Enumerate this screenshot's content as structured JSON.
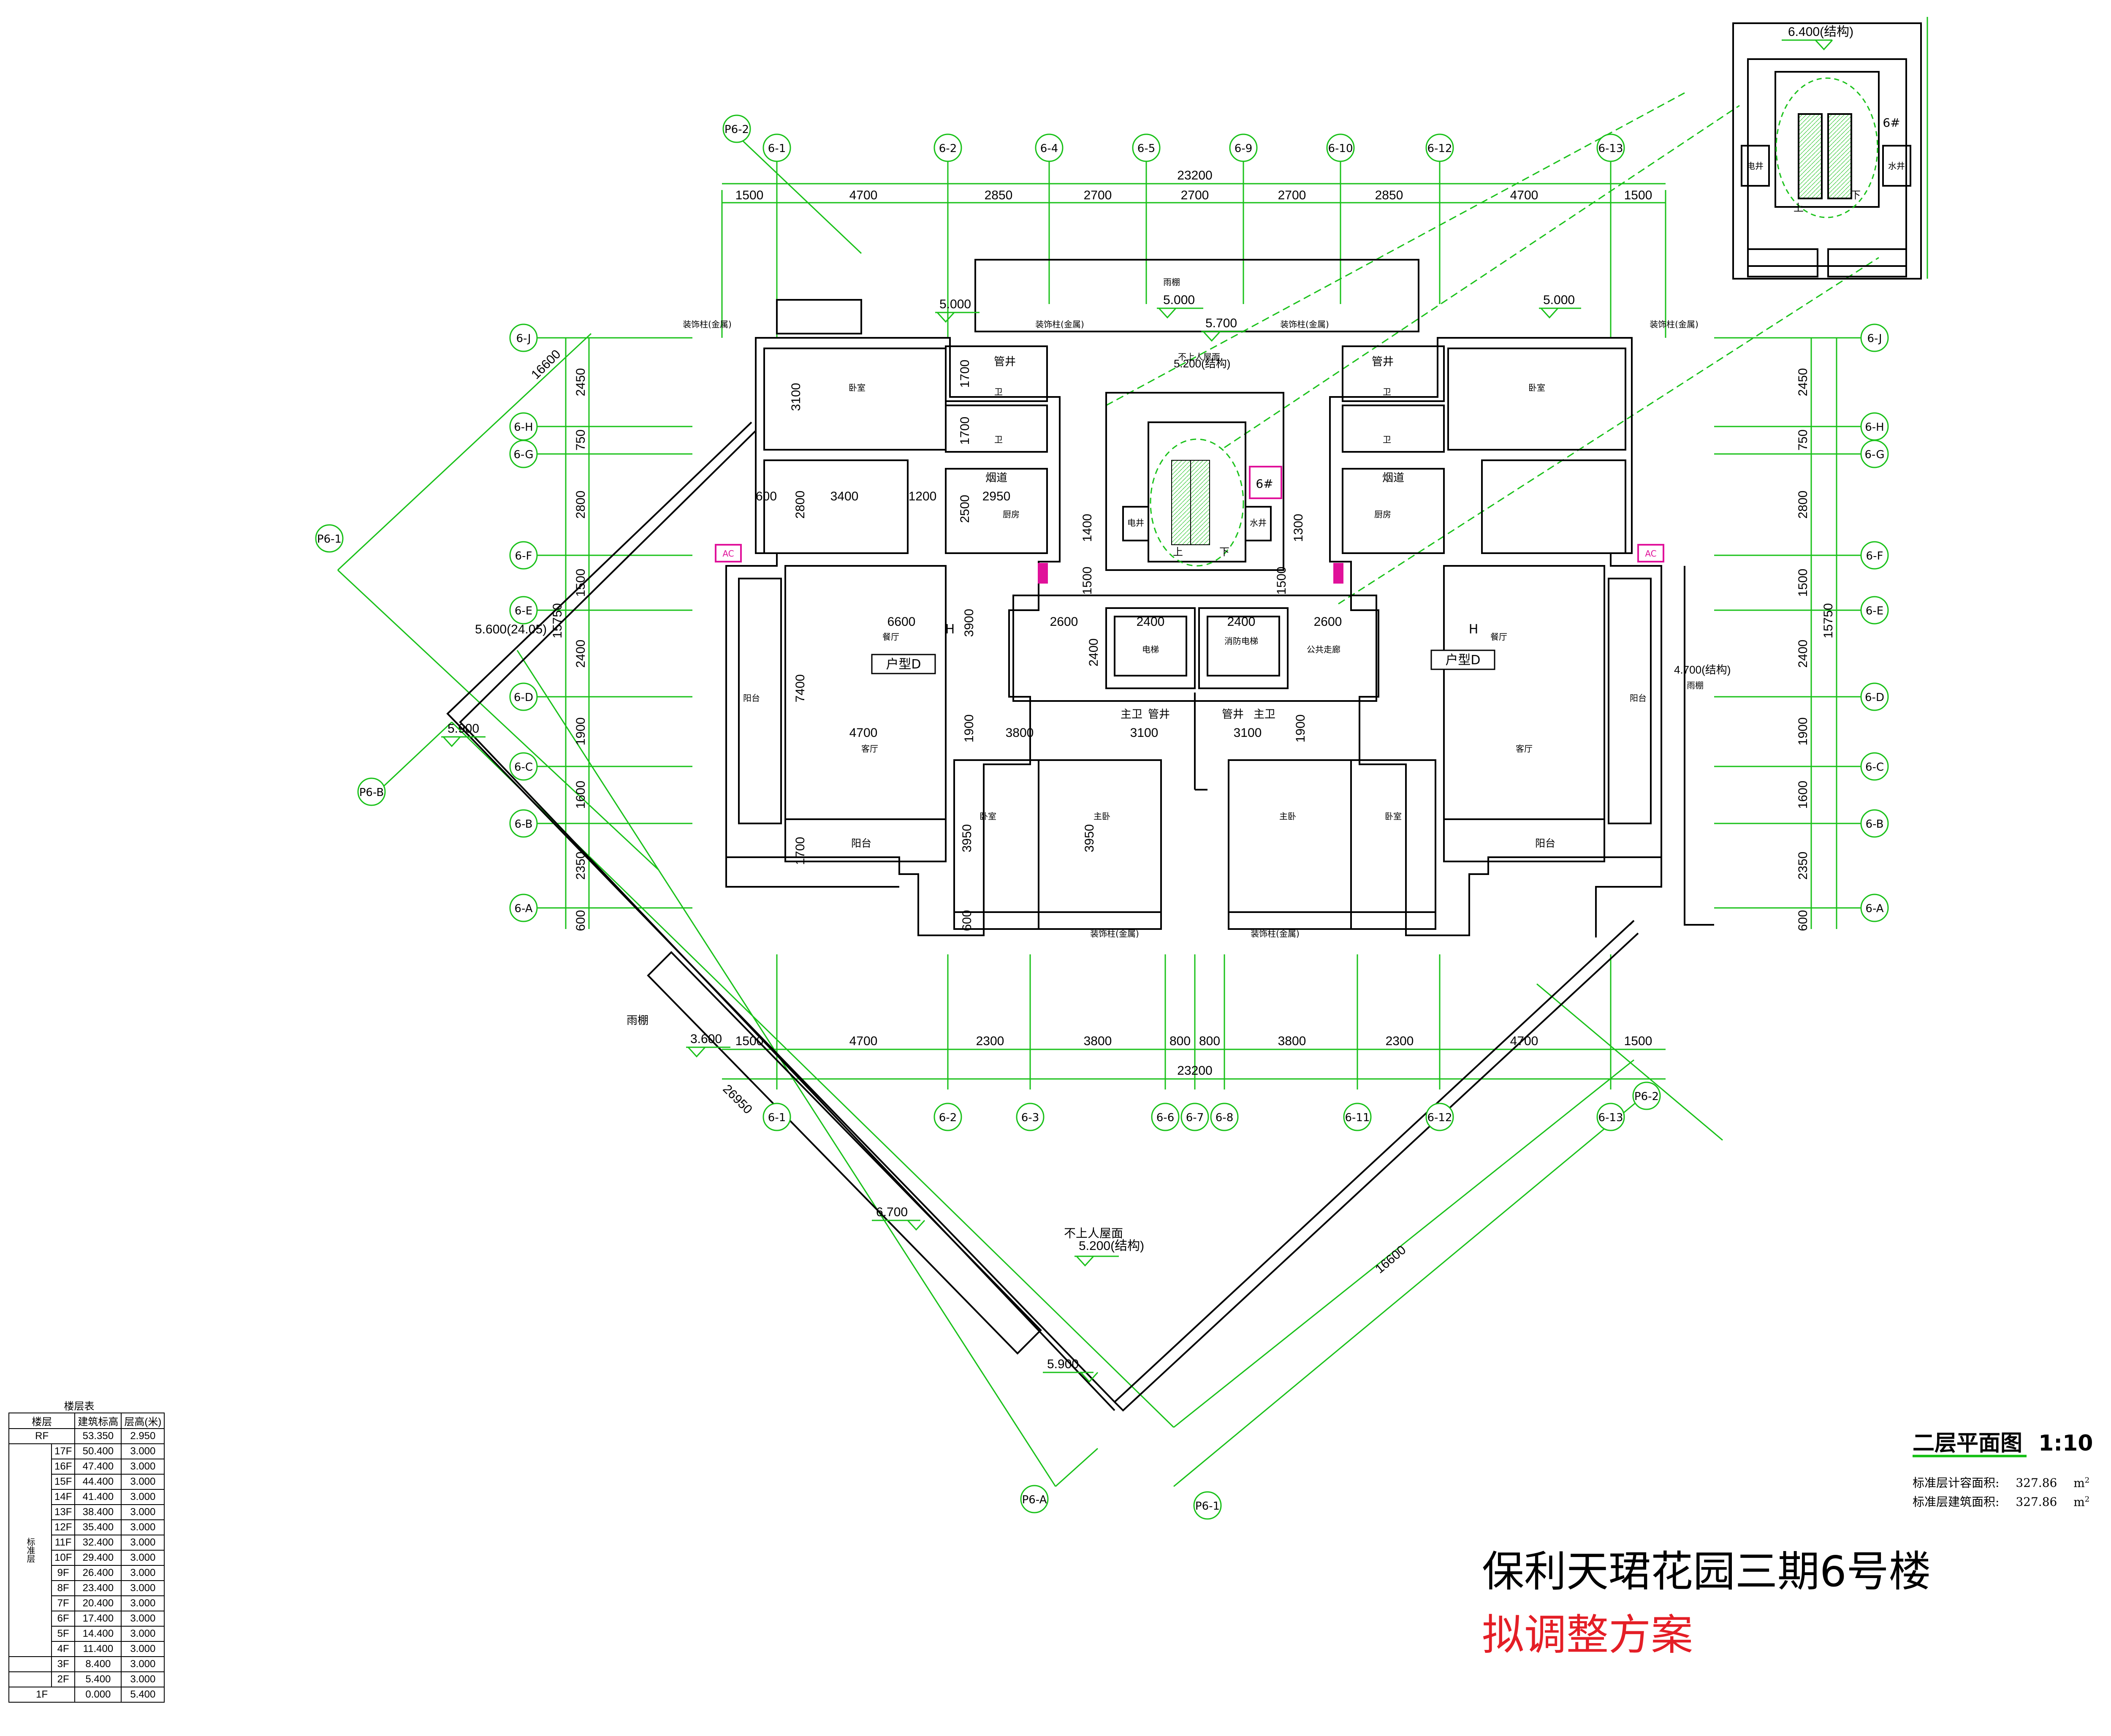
{
  "drawing": {
    "project_title": "保利天珺花园三期6号楼",
    "scheme": "拟调整方案",
    "plan_title": "二层平面图",
    "scale": "1:10",
    "areas": [
      {
        "label": "标准层计容面积:",
        "value": "327.86",
        "unit": "m"
      },
      {
        "label": "标准层建筑面积:",
        "value": "327.86",
        "unit": "m"
      }
    ]
  },
  "grid_axes": {
    "top": [
      "6-1",
      "6-2",
      "6-4",
      "6-5",
      "6-9",
      "6-10",
      "6-12",
      "6-13"
    ],
    "bottom": [
      "6-1",
      "6-2",
      "6-3",
      "6-6",
      "6-7",
      "6-8",
      "6-11",
      "6-12",
      "6-13"
    ],
    "left": [
      "6-J",
      "6-H",
      "6-G",
      "6-F",
      "6-E",
      "6-D",
      "6-C",
      "6-B",
      "6-A"
    ],
    "right": [
      "6-J",
      "6-H",
      "6-G",
      "6-F",
      "6-E",
      "6-D",
      "6-C",
      "6-B",
      "6-A"
    ],
    "diagonal": [
      "P6-2",
      "P6-1",
      "P6-B",
      "P6-A",
      "P6-1",
      "P6-2"
    ]
  },
  "dimensions": {
    "top_total": "23200",
    "top_segments": [
      "1500",
      "4700",
      "2850",
      "2700",
      "2700",
      "2700",
      "2850",
      "4700",
      "1500"
    ],
    "bottom_total": "23200",
    "bottom_segments": [
      "1500",
      "4700",
      "2300",
      "3800",
      "800",
      "800",
      "3800",
      "2300",
      "4700",
      "1500"
    ],
    "left_total": "15750",
    "left_segments": [
      "2450",
      "750",
      "2800",
      "1500",
      "2400",
      "1900",
      "1600",
      "2350",
      "600"
    ],
    "right_total": "15750",
    "right_segments": [
      "2450",
      "750",
      "2800",
      "1500",
      "2400",
      "1900",
      "1600",
      "2350",
      "600"
    ],
    "diag_long": "26950",
    "diag_short": "16600",
    "diag_short2": "16600",
    "inner": [
      "3100",
      "1700",
      "1700",
      "600",
      "3400",
      "2800",
      "1200",
      "2950",
      "2500",
      "1400",
      "1500",
      "1300",
      "1500",
      "6600",
      "2600",
      "2400",
      "2400",
      "2600",
      "3900",
      "2400",
      "7400",
      "4700",
      "3800",
      "1900",
      "3100",
      "3100",
      "1900",
      "3950",
      "3950",
      "1700",
      "600"
    ]
  },
  "elevations": {
    "e5000a": "5.000",
    "e5000b": "5.000",
    "e5000c": "5.000",
    "e5700": "5.700",
    "e5200": "5.200(结构)",
    "e5200b": "5.200(结构)",
    "e5600": "5.600(24.05)",
    "e5900": "5.900",
    "e5900b": "5.900",
    "e3600": "3.600",
    "e6700": "6.700",
    "e4700": "4.700(结构)",
    "e6400": "6.400(结构)"
  },
  "labels": {
    "canopy": "雨棚",
    "canopy2": "雨棚",
    "canopy3": "雨棚",
    "roof_note": "不上人屋面",
    "roof_note2": "不上人屋面",
    "deco": "装饰柱(金属)",
    "unit_d": "户型D",
    "pipe": "管井",
    "flue": "烟道",
    "elec": "电井",
    "water": "水井",
    "up": "上",
    "down": "下",
    "building_no": "6#",
    "bedroom": "卧室",
    "kitchen": "厨房",
    "bath": "卫",
    "dining": "餐厅",
    "living": "客厅",
    "balcony": "阳台",
    "master_bath": "主卫",
    "master_bed": "主卧",
    "guest_room": "卧室",
    "lift": "电梯",
    "lift_note": "消防电梯",
    "public": "公共走廊",
    "acs": "AC",
    "elev_h": "H"
  },
  "floor_table": {
    "title": "楼层表",
    "headers": [
      "楼层",
      "建筑标高",
      "层高(米)"
    ],
    "group_label": "标准层",
    "rows": [
      {
        "floor": "RF",
        "elev": "53.350",
        "height": "2.950"
      },
      {
        "floor": "17F",
        "elev": "50.400",
        "height": "3.000"
      },
      {
        "floor": "16F",
        "elev": "47.400",
        "height": "3.000"
      },
      {
        "floor": "15F",
        "elev": "44.400",
        "height": "3.000"
      },
      {
        "floor": "14F",
        "elev": "41.400",
        "height": "3.000"
      },
      {
        "floor": "13F",
        "elev": "38.400",
        "height": "3.000"
      },
      {
        "floor": "12F",
        "elev": "35.400",
        "height": "3.000"
      },
      {
        "floor": "11F",
        "elev": "32.400",
        "height": "3.000"
      },
      {
        "floor": "10F",
        "elev": "29.400",
        "height": "3.000"
      },
      {
        "floor": "9F",
        "elev": "26.400",
        "height": "3.000"
      },
      {
        "floor": "8F",
        "elev": "23.400",
        "height": "3.000"
      },
      {
        "floor": "7F",
        "elev": "20.400",
        "height": "3.000"
      },
      {
        "floor": "6F",
        "elev": "17.400",
        "height": "3.000"
      },
      {
        "floor": "5F",
        "elev": "14.400",
        "height": "3.000"
      },
      {
        "floor": "4F",
        "elev": "11.400",
        "height": "3.000"
      },
      {
        "floor": "3F",
        "elev": "8.400",
        "height": "3.000"
      },
      {
        "floor": "2F",
        "elev": "5.400",
        "height": "3.000"
      },
      {
        "floor": "1F",
        "elev": "0.000",
        "height": "5.400"
      }
    ]
  },
  "colors": {
    "grid_green": "#19c119",
    "wall_black": "#000000",
    "accent_magenta": "#e0119a",
    "dash_green": "#1fbf1f",
    "title_red": "#e41e26"
  }
}
